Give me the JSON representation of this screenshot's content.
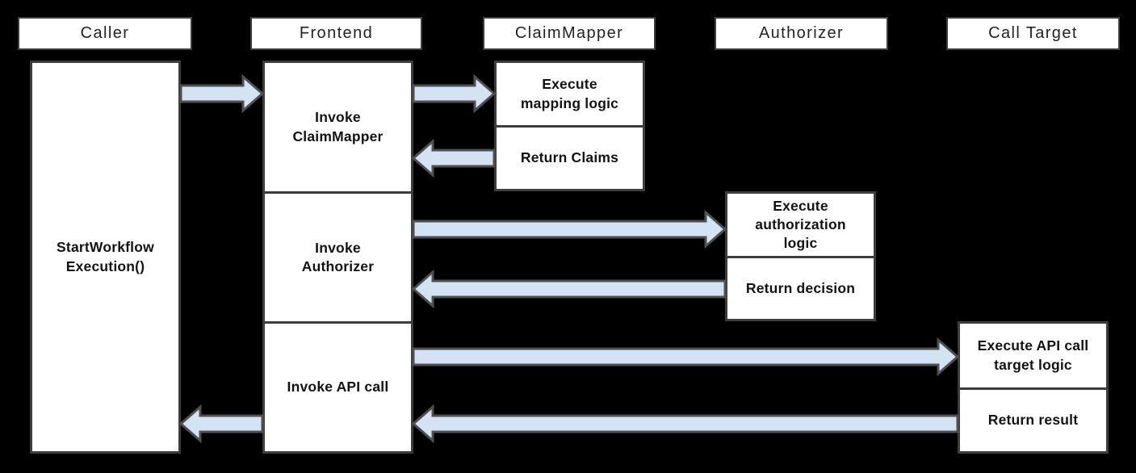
{
  "colors": {
    "background": "#000000",
    "box_fill": "#ffffff",
    "box_border": "#3d3d3d",
    "arrow_fill": "#d3e3f3",
    "arrow_border": "#4f4f4f",
    "header_text": "#232323",
    "body_text": "#131313"
  },
  "participants": {
    "caller": {
      "title": "Caller"
    },
    "frontend": {
      "title": "Frontend"
    },
    "claimmapper": {
      "title": "ClaimMapper"
    },
    "authorizer": {
      "title": "Authorizer"
    },
    "calltarget": {
      "title": "Call Target"
    }
  },
  "actions": {
    "caller_start": [
      "StartWorkflow",
      "Execution()"
    ],
    "frontend_invoke_claimmapper": [
      "Invoke",
      "ClaimMapper"
    ],
    "frontend_invoke_authorizer": [
      "Invoke",
      "Authorizer"
    ],
    "frontend_invoke_api_call": [
      "Invoke API call"
    ],
    "claimmapper_execute_mapping": [
      "Execute",
      "mapping logic"
    ],
    "claimmapper_return_claims": [
      "Return Claims"
    ],
    "authorizer_execute_authorization": [
      "Execute",
      "authorization",
      "logic"
    ],
    "authorizer_return_decision": [
      "Return decision"
    ],
    "calltarget_execute_api": [
      "Execute API call",
      "target logic"
    ],
    "calltarget_return_result": [
      "Return result"
    ]
  },
  "messages": [
    {
      "from": "Caller",
      "to": "Frontend"
    },
    {
      "from": "Frontend",
      "to": "ClaimMapper"
    },
    {
      "from": "ClaimMapper",
      "to": "Frontend"
    },
    {
      "from": "Frontend",
      "to": "Authorizer"
    },
    {
      "from": "Authorizer",
      "to": "Frontend"
    },
    {
      "from": "Frontend",
      "to": "Call Target"
    },
    {
      "from": "Call Target",
      "to": "Frontend"
    },
    {
      "from": "Frontend",
      "to": "Caller"
    }
  ]
}
